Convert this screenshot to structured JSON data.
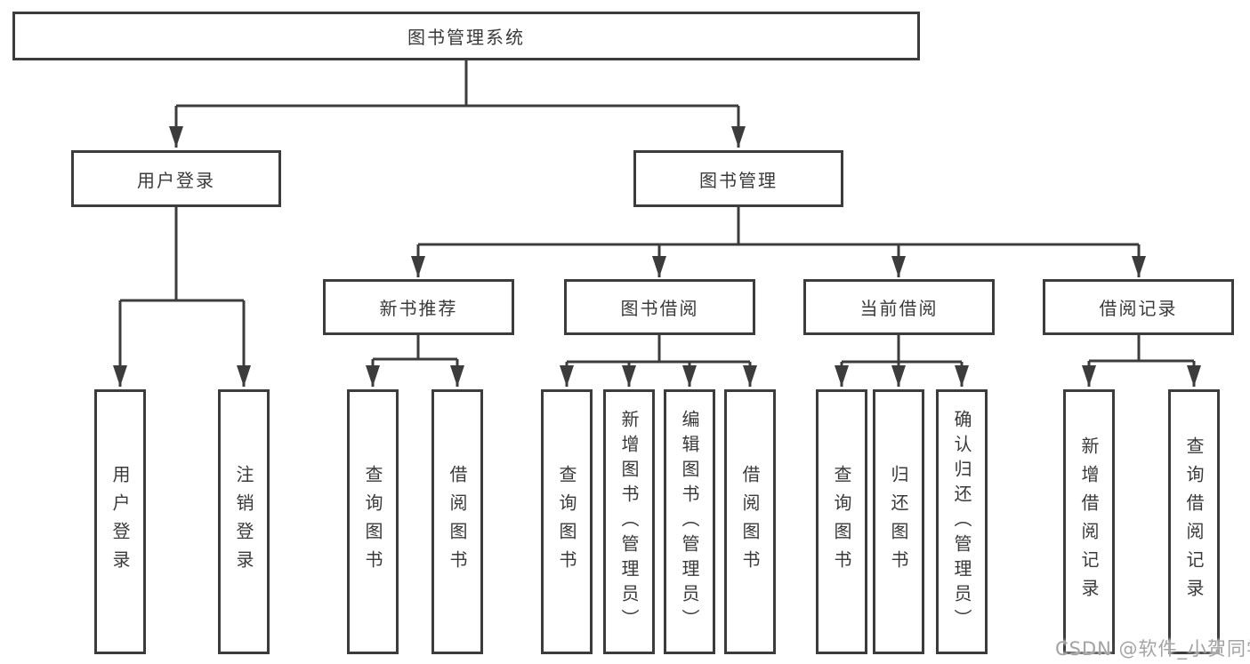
{
  "watermark": "CSDN @软件_小贺同学",
  "colors": {
    "line": "#3c3c3c",
    "text": "#3a3a3a",
    "background": "#ffffff",
    "watermark_text": "#a3a3a3"
  },
  "tree": {
    "label": "图书管理系统",
    "children": [
      {
        "label": "用户登录",
        "children": [
          {
            "label": "用户登录"
          },
          {
            "label": "注销登录"
          }
        ]
      },
      {
        "label": "图书管理",
        "children": [
          {
            "label": "新书推荐",
            "children": [
              {
                "label": "查询图书"
              },
              {
                "label": "借阅图书"
              }
            ]
          },
          {
            "label": "图书借阅",
            "children": [
              {
                "label": "查询图书"
              },
              {
                "label": "新增图书（管理员）"
              },
              {
                "label": "编辑图书（管理员）"
              },
              {
                "label": "借阅图书"
              }
            ]
          },
          {
            "label": "当前借阅",
            "children": [
              {
                "label": "查询图书"
              },
              {
                "label": "归还图书"
              },
              {
                "label": "确认归还（管理员）"
              }
            ]
          },
          {
            "label": "借阅记录",
            "children": [
              {
                "label": "新增借阅记录"
              },
              {
                "label": "查询借阅记录"
              }
            ]
          }
        ]
      }
    ]
  }
}
